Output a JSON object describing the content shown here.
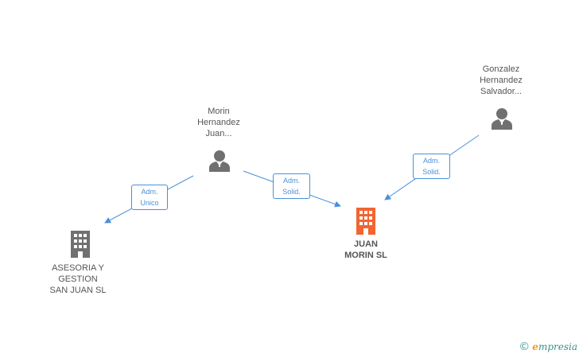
{
  "nodes": {
    "company_main": {
      "label": "JUAN\nMORIN SL",
      "color": "#f26432"
    },
    "company_other": {
      "label": "ASESORIA Y\nGESTION\nSAN JUAN SL",
      "color": "#707070"
    },
    "person_morin": {
      "label": "Morin\nHernandez\nJuan...",
      "color": "#707070"
    },
    "person_gonzalez": {
      "label": "Gonzalez\nHernandez\nSalvador...",
      "color": "#707070"
    }
  },
  "edges": {
    "morin_to_asesoria": {
      "label": "Adm.\nUnico"
    },
    "morin_to_juan": {
      "label": "Adm.\nSolid."
    },
    "gonzalez_to_juan": {
      "label": "Adm.\nSolid."
    }
  },
  "colors": {
    "edge": "#4a90d9"
  },
  "watermark": {
    "symbol": "©",
    "brand_initial": "e",
    "brand_rest": "mpresia"
  }
}
